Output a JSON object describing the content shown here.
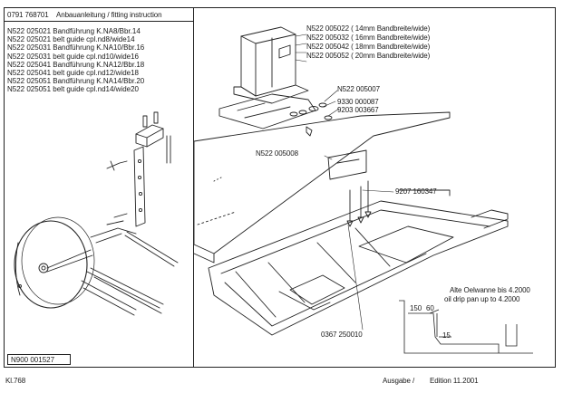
{
  "header": {
    "doc_number": "0791 768701",
    "title": "Anbauanleitung / fitting instruction"
  },
  "parts_list": [
    "N522 025021 Bandführung K.NA8/Bbr.14",
    "N522 025021 belt guide cpl.nd8/wide14",
    "N522 025031 Bandführung K.NA10/Bbr.16",
    "N522 025031 belt guide cpl.nd10/wide16",
    "N522 025041 Bandführung K.NA12/Bbr.18",
    "N522 025041 belt guide cpl.nd12/wide18",
    "N522 025051 Bandführung K.NA14/Bbr.20",
    "N522 025051 belt guide cpl.nd14/wide20"
  ],
  "left_box_label": "N900 001527",
  "callouts": {
    "c1": "N522 005022   ( 14mm Bandbreite/wide)",
    "c2": "N522 005032   ( 16mm Bandbreite/wide)",
    "c3": "N522 005042   ( 18mm Bandbreite/wide)",
    "c4": "N522 005052   ( 20mm Bandbreite/wide)",
    "c5": "N522 005007",
    "c6": "9330 000087",
    "c7": "9203 003667",
    "c8": "N522 005008",
    "c9": "9207 160347",
    "c10": "0367 250010"
  },
  "inset": {
    "line1": "Alte Oelwanne bis 4.2000",
    "line2": "oil drip pan up to   4.2000",
    "dim1": "150",
    "dim2": "60",
    "dim3": "15"
  },
  "footer": {
    "left": "Kl.768",
    "edition_prefix": "Ausgabe /",
    "edition": "Edition 11.2001"
  }
}
